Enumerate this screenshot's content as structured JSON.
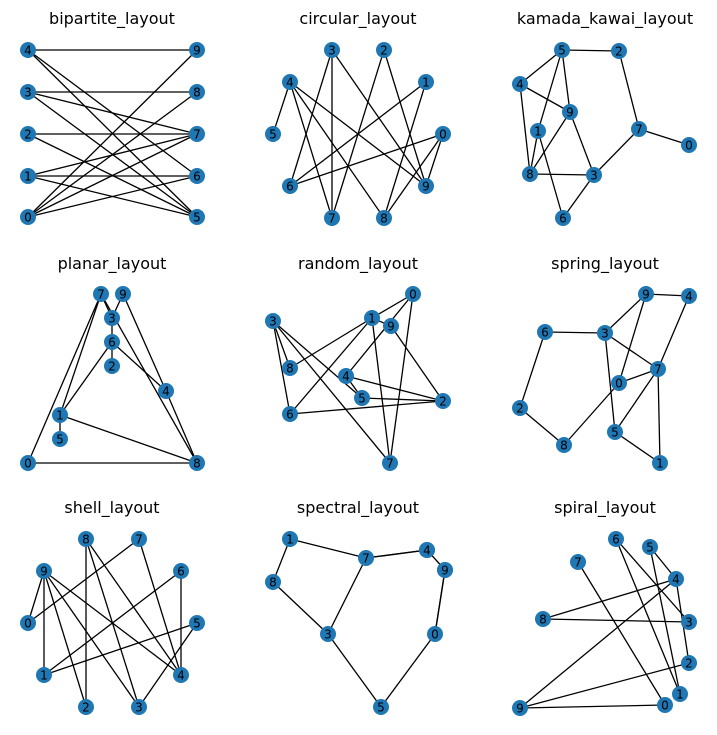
{
  "colors": {
    "node": "#1f77b4",
    "edge": "#000000",
    "background": "#ffffff"
  },
  "panels": [
    {
      "title": "bipartite_layout",
      "nodes": [
        "0",
        "1",
        "2",
        "3",
        "4",
        "5",
        "6",
        "7",
        "8",
        "9"
      ],
      "edges": [
        [
          "0",
          "6"
        ],
        [
          "0",
          "7"
        ],
        [
          "0",
          "8"
        ],
        [
          "0",
          "9"
        ],
        [
          "1",
          "5"
        ],
        [
          "1",
          "6"
        ],
        [
          "1",
          "7"
        ],
        [
          "2",
          "7"
        ],
        [
          "3",
          "7"
        ],
        [
          "3",
          "8"
        ],
        [
          "4",
          "9"
        ],
        [
          "4",
          "6"
        ],
        [
          "4",
          "5"
        ],
        [
          "3",
          "5"
        ],
        [
          "2",
          "5"
        ]
      ]
    },
    {
      "title": "circular_layout",
      "nodes": [
        "0",
        "1",
        "2",
        "3",
        "4",
        "5",
        "6",
        "7",
        "8",
        "9"
      ],
      "edges": [
        [
          "4",
          "5"
        ],
        [
          "4",
          "7"
        ],
        [
          "4",
          "8"
        ],
        [
          "4",
          "9"
        ],
        [
          "3",
          "6"
        ],
        [
          "3",
          "9"
        ],
        [
          "3",
          "7"
        ],
        [
          "2",
          "7"
        ],
        [
          "2",
          "9"
        ],
        [
          "1",
          "6"
        ],
        [
          "1",
          "8"
        ],
        [
          "0",
          "6"
        ],
        [
          "0",
          "9"
        ],
        [
          "0",
          "8"
        ]
      ]
    },
    {
      "title": "kamada_kawai_layout",
      "nodes": [
        "0",
        "1",
        "2",
        "3",
        "4",
        "5",
        "6",
        "7",
        "8",
        "9"
      ],
      "edges": [
        [
          "4",
          "5"
        ],
        [
          "5",
          "2"
        ],
        [
          "2",
          "7"
        ],
        [
          "7",
          "0"
        ],
        [
          "7",
          "3"
        ],
        [
          "4",
          "9"
        ],
        [
          "4",
          "8"
        ],
        [
          "5",
          "1"
        ],
        [
          "5",
          "9"
        ],
        [
          "9",
          "3"
        ],
        [
          "9",
          "8"
        ],
        [
          "1",
          "8"
        ],
        [
          "1",
          "6"
        ],
        [
          "8",
          "3"
        ],
        [
          "3",
          "6"
        ]
      ]
    },
    {
      "title": "planar_layout",
      "nodes": [
        "0",
        "1",
        "2",
        "3",
        "4",
        "5",
        "6",
        "7",
        "8",
        "9"
      ],
      "edges": [
        [
          "7",
          "3"
        ],
        [
          "9",
          "3"
        ],
        [
          "3",
          "6"
        ],
        [
          "6",
          "2"
        ],
        [
          "7",
          "1"
        ],
        [
          "7",
          "0"
        ],
        [
          "7",
          "8"
        ],
        [
          "9",
          "4"
        ],
        [
          "4",
          "6"
        ],
        [
          "4",
          "8"
        ],
        [
          "6",
          "1"
        ],
        [
          "1",
          "5"
        ],
        [
          "1",
          "8"
        ],
        [
          "0",
          "8"
        ]
      ]
    },
    {
      "title": "random_layout",
      "nodes": [
        "0",
        "1",
        "2",
        "3",
        "4",
        "5",
        "6",
        "7",
        "8",
        "9"
      ],
      "edges": [
        [
          "3",
          "8"
        ],
        [
          "3",
          "7"
        ],
        [
          "3",
          "5"
        ],
        [
          "3",
          "6"
        ],
        [
          "1",
          "9"
        ],
        [
          "1",
          "8"
        ],
        [
          "1",
          "6"
        ],
        [
          "0",
          "1"
        ],
        [
          "0",
          "7"
        ],
        [
          "0",
          "4"
        ],
        [
          "9",
          "2"
        ],
        [
          "4",
          "2"
        ],
        [
          "5",
          "2"
        ],
        [
          "6",
          "2"
        ],
        [
          "4",
          "5"
        ],
        [
          "1",
          "7"
        ]
      ]
    },
    {
      "title": "spring_layout",
      "nodes": [
        "0",
        "1",
        "2",
        "3",
        "4",
        "5",
        "6",
        "7",
        "8",
        "9"
      ],
      "edges": [
        [
          "9",
          "4"
        ],
        [
          "9",
          "3"
        ],
        [
          "9",
          "0"
        ],
        [
          "6",
          "3"
        ],
        [
          "6",
          "2"
        ],
        [
          "2",
          "8"
        ],
        [
          "8",
          "0"
        ],
        [
          "0",
          "7"
        ],
        [
          "3",
          "7"
        ],
        [
          "3",
          "5"
        ],
        [
          "5",
          "1"
        ],
        [
          "7",
          "1"
        ],
        [
          "4",
          "7"
        ],
        [
          "7",
          "5"
        ]
      ]
    },
    {
      "title": "shell_layout",
      "nodes": [
        "0",
        "1",
        "2",
        "3",
        "4",
        "5",
        "6",
        "7",
        "8",
        "9"
      ],
      "edges": [
        [
          "9",
          "0"
        ],
        [
          "9",
          "1"
        ],
        [
          "9",
          "3"
        ],
        [
          "9",
          "4"
        ],
        [
          "9",
          "2"
        ],
        [
          "8",
          "2"
        ],
        [
          "8",
          "3"
        ],
        [
          "8",
          "4"
        ],
        [
          "7",
          "0"
        ],
        [
          "7",
          "4"
        ],
        [
          "6",
          "1"
        ],
        [
          "6",
          "4"
        ],
        [
          "5",
          "1"
        ],
        [
          "5",
          "3"
        ]
      ]
    },
    {
      "title": "spectral_layout",
      "nodes": [
        "0",
        "1",
        "2",
        "3",
        "4",
        "5",
        "6",
        "7",
        "8",
        "9"
      ],
      "edges": [
        [
          "1",
          "8"
        ],
        [
          "1",
          "7"
        ],
        [
          "8",
          "3"
        ],
        [
          "3",
          "7"
        ],
        [
          "3",
          "5"
        ],
        [
          "5",
          "0"
        ],
        [
          "0",
          "6"
        ],
        [
          "7",
          "4"
        ],
        [
          "7",
          "2"
        ],
        [
          "2",
          "9"
        ],
        [
          "4",
          "6"
        ],
        [
          "9",
          "0"
        ]
      ]
    },
    {
      "title": "spiral_layout",
      "nodes": [
        "0",
        "1",
        "2",
        "3",
        "4",
        "5",
        "6",
        "7",
        "8",
        "9"
      ],
      "edges": [
        [
          "7",
          "0"
        ],
        [
          "6",
          "1"
        ],
        [
          "6",
          "3"
        ],
        [
          "5",
          "1"
        ],
        [
          "5",
          "4"
        ],
        [
          "4",
          "8"
        ],
        [
          "4",
          "9"
        ],
        [
          "8",
          "3"
        ],
        [
          "9",
          "2"
        ],
        [
          "9",
          "0"
        ],
        [
          "2",
          "4"
        ]
      ]
    }
  ]
}
